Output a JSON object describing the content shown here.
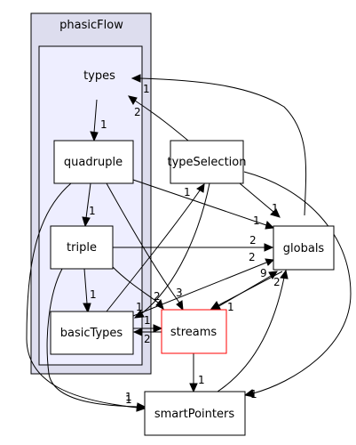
{
  "diagram": {
    "clusters": [
      {
        "id": "phasicFlow",
        "label": "phasicFlow"
      },
      {
        "id": "inner",
        "label": ""
      }
    ],
    "nodes": [
      {
        "id": "types",
        "label": "types"
      },
      {
        "id": "quadruple",
        "label": "quadruple"
      },
      {
        "id": "triple",
        "label": "triple"
      },
      {
        "id": "basicTypes",
        "label": "basicTypes"
      },
      {
        "id": "typeSelection",
        "label": "typeSelection"
      },
      {
        "id": "globals",
        "label": "globals"
      },
      {
        "id": "streams",
        "label": "streams"
      },
      {
        "id": "smartPointers",
        "label": "smartPointers"
      }
    ],
    "edges": [
      {
        "from": "types",
        "to": "quadruple",
        "label": "1"
      },
      {
        "from": "typeSelection",
        "to": "types",
        "label": "2"
      },
      {
        "from": "globals",
        "to": "types",
        "label": "1"
      },
      {
        "from": "quadruple",
        "to": "triple",
        "label": "1"
      },
      {
        "from": "quadruple",
        "to": "globals",
        "label": "1"
      },
      {
        "from": "quadruple",
        "to": "streams",
        "label": "2"
      },
      {
        "from": "quadruple",
        "to": "smartPointers",
        "label": "1"
      },
      {
        "from": "triple",
        "to": "basicTypes",
        "label": "1"
      },
      {
        "from": "triple",
        "to": "globals",
        "label": "2"
      },
      {
        "from": "triple",
        "to": "streams",
        "label": "3"
      },
      {
        "from": "triple",
        "to": "smartPointers",
        "label": "1"
      },
      {
        "from": "basicTypes",
        "to": "typeSelection",
        "label": "1"
      },
      {
        "from": "basicTypes",
        "to": "globals",
        "label": "2"
      },
      {
        "from": "basicTypes",
        "to": "streams",
        "label": "2"
      },
      {
        "from": "typeSelection",
        "to": "globals",
        "label": "1"
      },
      {
        "from": "typeSelection",
        "to": "basicTypes",
        "label": "1"
      },
      {
        "from": "typeSelection",
        "to": "smartPointers",
        "label": "1"
      },
      {
        "from": "streams",
        "to": "basicTypes",
        "label": "1"
      },
      {
        "from": "streams",
        "to": "globals",
        "label": "9"
      },
      {
        "from": "globals",
        "to": "streams",
        "label": "1"
      },
      {
        "from": "streams",
        "to": "smartPointers",
        "label": "1"
      },
      {
        "from": "smartPointers",
        "to": "globals",
        "label": "2"
      }
    ]
  },
  "colors": {
    "outer_cluster_fill": "#ddddee",
    "inner_cluster_fill": "#eeeeff",
    "node_fill": "#ffffff",
    "node_border": "#000000",
    "streams_border": "#ff0000",
    "edge": "#000000"
  }
}
